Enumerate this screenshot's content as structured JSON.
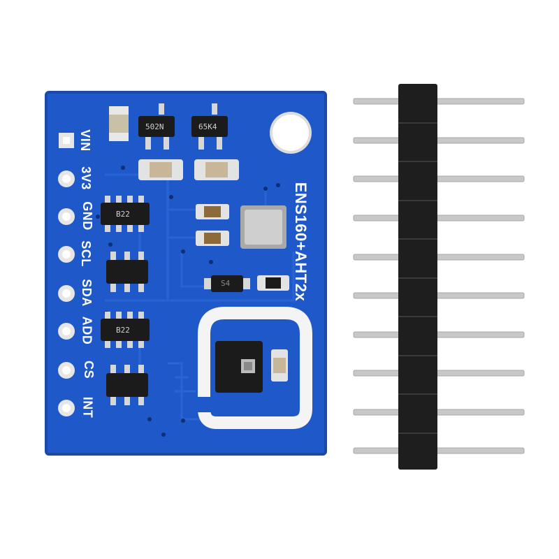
{
  "board": {
    "title": "ENS160+AHT2x",
    "pin_labels": [
      "VIN",
      "3V3",
      "GND",
      "SCL",
      "SDA",
      "ADD",
      "CS",
      "INT"
    ],
    "colors": {
      "pcb": "#1f58c8",
      "pcb_edge": "#1a49a8",
      "trace": "#2a66d8",
      "silkscreen": "#ffffff",
      "pad": "#e6e6e6",
      "header_plastic": "#1e1e1e",
      "pin_metal": "#c8c8c8"
    }
  },
  "components": {
    "transistor_1_marking": "502N",
    "transistor_2_marking": "65K4",
    "resistor_array_1_marking": "B22",
    "resistor_array_2_marking": "B22",
    "small_part_marking": "S4"
  },
  "header": {
    "pin_count": 10
  }
}
